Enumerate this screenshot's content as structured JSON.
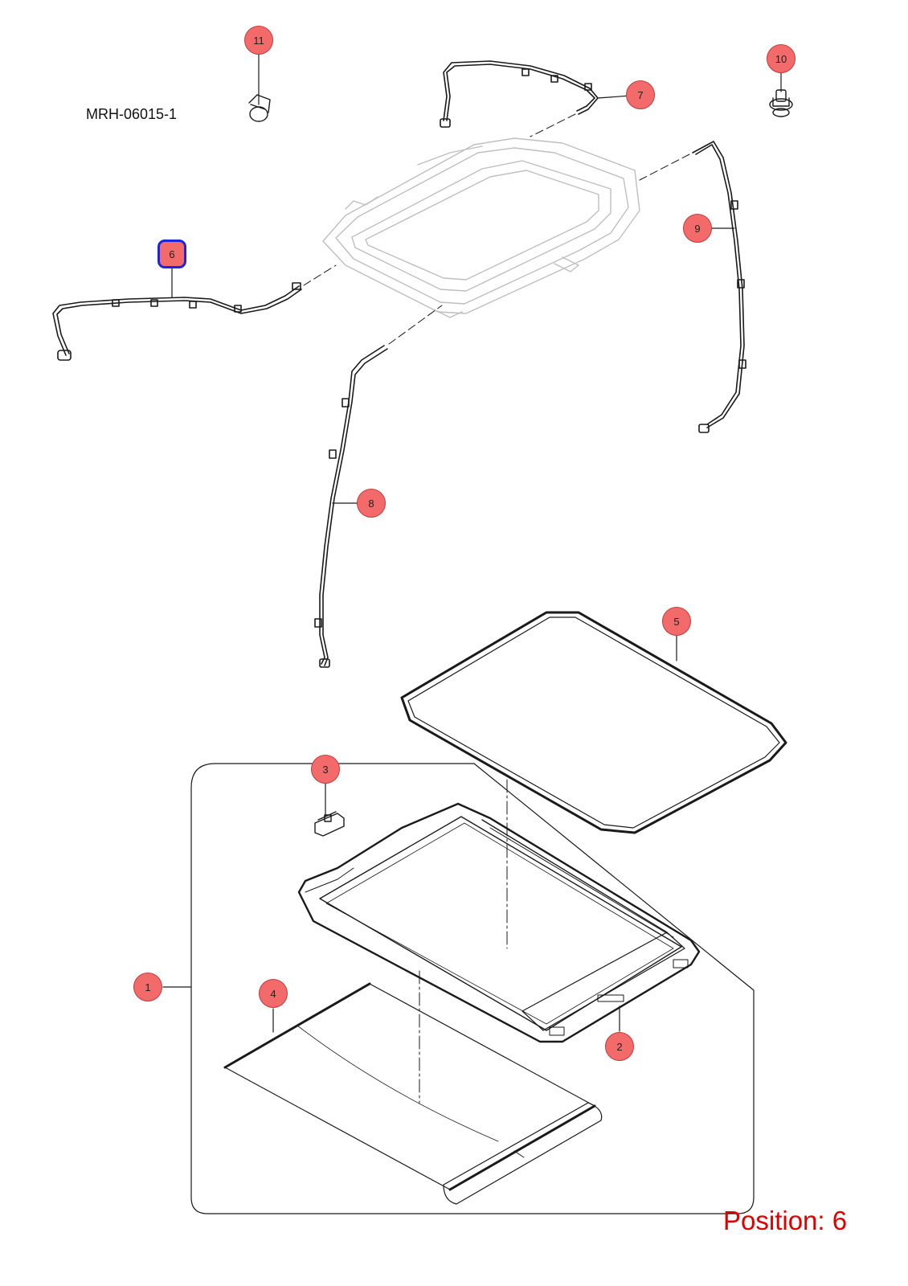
{
  "document_code": "MRH-06015-1",
  "position_label": "Position: 6",
  "selected_callout": "6",
  "colors": {
    "callout_fill": "#f26a6a",
    "selected_outline": "#1a25e8",
    "position_text": "#e10000",
    "line_art": "#1a1a1a"
  },
  "callouts": [
    {
      "id": "1",
      "label": "1"
    },
    {
      "id": "2",
      "label": "2"
    },
    {
      "id": "3",
      "label": "3"
    },
    {
      "id": "4",
      "label": "4"
    },
    {
      "id": "5",
      "label": "5"
    },
    {
      "id": "6",
      "label": "6"
    },
    {
      "id": "7",
      "label": "7"
    },
    {
      "id": "8",
      "label": "8"
    },
    {
      "id": "9",
      "label": "9"
    },
    {
      "id": "10",
      "label": "10"
    },
    {
      "id": "11",
      "label": "11"
    }
  ]
}
